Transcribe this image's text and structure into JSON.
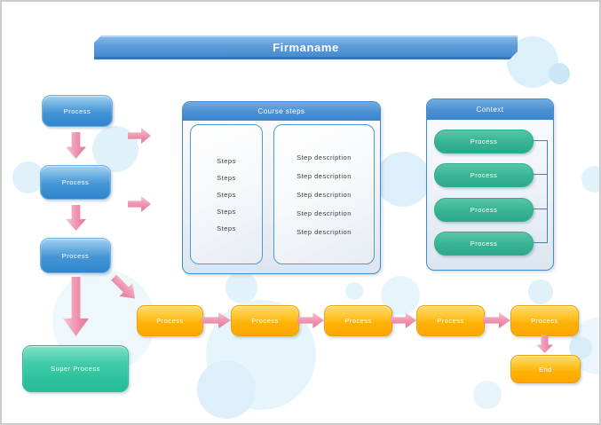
{
  "banner": {
    "title": "Firmaname"
  },
  "left_flow": {
    "nodes": [
      "Process",
      "Process",
      "Process"
    ],
    "super_node": "Super Process"
  },
  "course_steps": {
    "title": "Course steps",
    "steps": [
      "Steps",
      "Steps",
      "Steps",
      "Steps",
      "Steps"
    ],
    "descriptions": [
      "Step description",
      "Step description",
      "Step description",
      "Step description",
      "Step description"
    ]
  },
  "context": {
    "title": "Context",
    "nodes": [
      "Process",
      "Process",
      "Process",
      "Process"
    ]
  },
  "bottom_flow": {
    "nodes": [
      "Process",
      "Process",
      "Process",
      "Process",
      "Process"
    ],
    "end_node": "End"
  },
  "colors": {
    "banner_blue": "#4a90d5",
    "node_blue": "#3a8ed2",
    "node_orange": "#ffb10a",
    "node_teal": "#35b893",
    "super_teal": "#2ec3a0",
    "arrow_pink": "#ef93ad",
    "panel_border_blue": "#3e8cd0",
    "background_circle_blue": "#ddeffa"
  }
}
